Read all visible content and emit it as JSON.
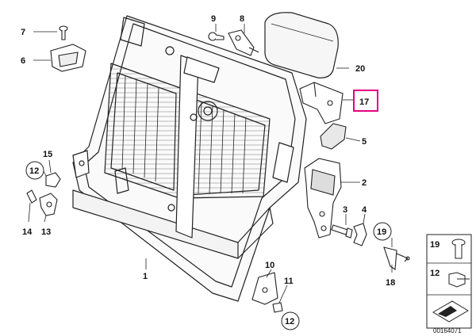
{
  "diagram": {
    "labels": {
      "p1": "1",
      "p2": "2",
      "p3": "3",
      "p4": "4",
      "p5": "5",
      "p6": "6",
      "p7": "7",
      "p8": "8",
      "p9": "9",
      "p10": "10",
      "p11": "11",
      "p12a": "12",
      "p12b": "12",
      "p13": "13",
      "p14": "14",
      "p15": "15",
      "p17": "17",
      "p18": "18",
      "p19": "19",
      "p20": "20"
    },
    "legend": {
      "item_a": "19",
      "item_b": "12"
    },
    "drawing_number": "00164071",
    "highlight_color": "#e6007e"
  }
}
